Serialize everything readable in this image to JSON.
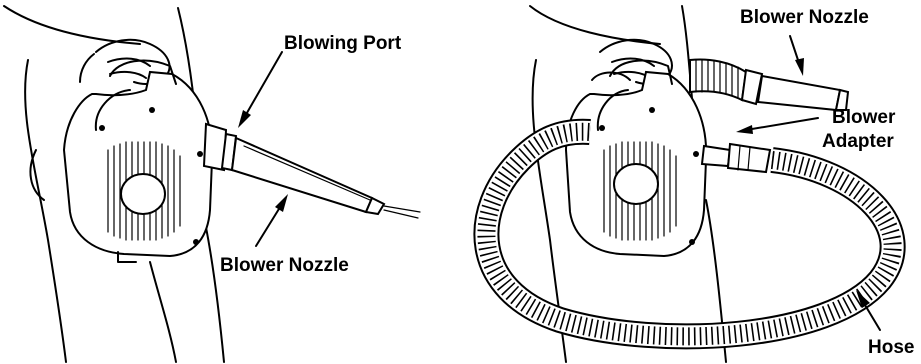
{
  "figure_left": {
    "labels": {
      "blowing_port": "Blowing Port",
      "blower_nozzle": "Blower Nozzle"
    }
  },
  "figure_right": {
    "labels": {
      "blower_nozzle": "Blower Nozzle",
      "blower_adapter_line1": "Blower",
      "blower_adapter_line2": "Adapter",
      "hose": "Hose"
    }
  }
}
